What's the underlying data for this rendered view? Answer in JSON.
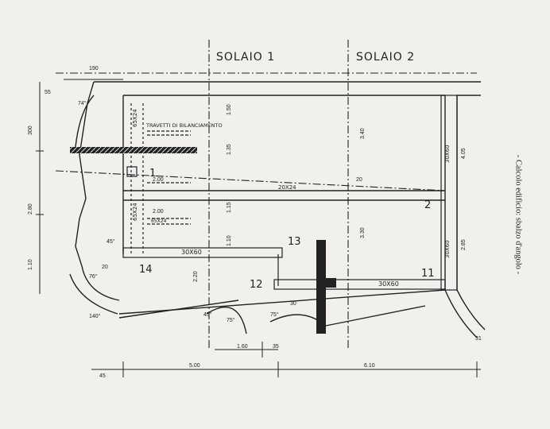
{
  "diagram": {
    "slab_labels": [
      "SOLAIO 1",
      "SOLAIO 2"
    ],
    "side_caption": "- Calcolo edificio: sbalzo d'angolo -",
    "beam_labels": {
      "travetti": "TRAVETTI DI BILANCIAMENTO",
      "beam_20x24": "20X24",
      "beam_30x60_a": "30X60",
      "beam_30x60_b": "30X60",
      "beam_30x60_c": "30X60",
      "beam_30x60_d": "30X60",
      "beam_65x24_a": "65X24",
      "beam_65x24_b": "65X24",
      "beam_65x24_c": "65X24"
    },
    "node_numbers": [
      "1",
      "2",
      "11",
      "12",
      "13",
      "14"
    ],
    "dimensions": {
      "top_190": "190",
      "left_300": "300",
      "left_280": "2.80",
      "left_110": "1.10",
      "left_55": "55",
      "bottom_500": "5.00",
      "bottom_610": "6.10",
      "bottom_160": "1.60",
      "bottom_35": "35",
      "mid_150": "1.50",
      "mid_135": "1.35",
      "mid_115": "1.15",
      "mid_110": "1.10",
      "mid_220": "2.20",
      "mid_200a": "2.00",
      "mid_200b": "2.00",
      "right_340": "3.40",
      "right_330": "3.30",
      "right_405": "4.05",
      "right_285": "2.85",
      "right_20": "20",
      "left_45": "45",
      "angle_a": "74°",
      "angle_b": "76°",
      "angle_c": "75°",
      "angle_d": "75°",
      "angle_e": "140°",
      "angle_f": "45°",
      "angle_g": "45°",
      "small_30": "30",
      "small_20": "20",
      "small_31": "31"
    }
  }
}
